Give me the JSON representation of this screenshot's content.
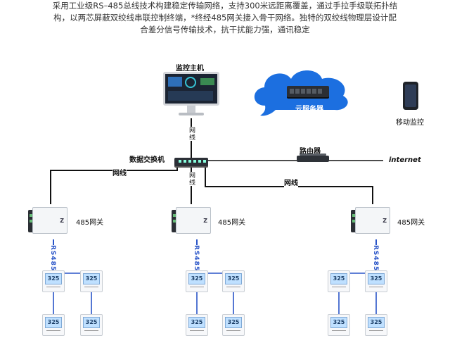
{
  "intro": {
    "line1": "采用工业级RS–485总线技术构建稳定传输网络，支持300米远距离覆盖，通过手拉手级联拓扑结",
    "line2": "构，以两芯屏蔽双绞线串联控制终端，*终经485网关接入骨干网络。独特的双绞线物理层设计配",
    "line3": "合差分信号传输技术，抗干扰能力强，通讯稳定"
  },
  "nodes": {
    "monitor_host": "监控主机",
    "switch": "数据交换机",
    "router": "路由器",
    "internet": "internet",
    "cloud_server": "云服务器",
    "mobile": "移动监控",
    "gateway": "485网关"
  },
  "links": {
    "cable": "网线",
    "rs485": "RS485"
  },
  "thermostat_value": "325",
  "colors": {
    "cable": "#111111",
    "rs485": "#2a55c8",
    "cloud": "#1c6fe0",
    "thermostat_screen": "#bfe0ff"
  }
}
